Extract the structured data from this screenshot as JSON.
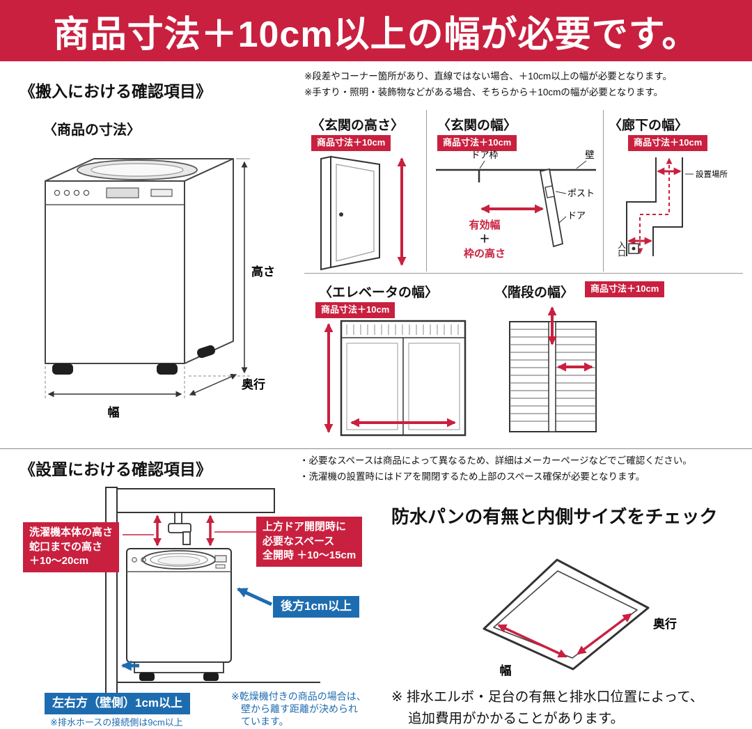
{
  "banner": {
    "title": "商品寸法＋10cm以上の幅が必要です。"
  },
  "colors": {
    "red": "#c9203f",
    "blue": "#1e6cb0"
  },
  "carry_in": {
    "heading": "《搬入における確認項目》",
    "notes": [
      "※段差やコーナー箇所があり、直線ではない場合、＋10cm以上の幅が必要となります。",
      "※手すり・照明・装飾物などがある場合、そちらから＋10cmの幅が必要となります。"
    ],
    "badge": "商品寸法＋10cm",
    "product": {
      "title": "〈商品の寸法〉",
      "height": "高さ",
      "depth": "奥行",
      "width": "幅"
    },
    "entrance_height": {
      "title": "〈玄関の高さ〉"
    },
    "entrance_width": {
      "title": "〈玄関の幅〉",
      "door_frame": "ドア枠",
      "wall": "壁",
      "post": "ポスト",
      "door": "ドア",
      "effective_width": "有効幅",
      "plus": "＋",
      "frame_height": "枠の高さ"
    },
    "hallway": {
      "title": "〈廊下の幅〉",
      "place": "設置場所",
      "entrance": "入口"
    },
    "elevator": {
      "title": "〈エレベータの幅〉"
    },
    "stairs": {
      "title": "〈階段の幅〉"
    }
  },
  "installation": {
    "heading": "《設置における確認項目》",
    "notes": [
      "・必要なスペースは商品によって異なるため、詳細はメーカーページなどでご確認ください。",
      "・洗濯機の設置時にはドアを開閉するため上部のスペース確保が必要となります。"
    ],
    "height_box": [
      "洗濯機本体の高さ",
      "蛇口までの高さ",
      "＋10〜20cm"
    ],
    "door_box": [
      "上方ドア開閉時に",
      "必要なスペース",
      "全開時 ＋10〜15cm"
    ],
    "rear_label": "後方1cm以上",
    "side_label": "左右方（壁側）1cm以上",
    "hose_note": "※排水ホースの接続側は9cm以上",
    "dryer_note": [
      "※乾燥機付きの商品の場合は、",
      "壁から離す距離が決められ",
      "ています。"
    ],
    "pan": {
      "title": "防水パンの有無と内側サイズをチェック",
      "width": "幅",
      "depth": "奥行",
      "note": [
        "※ 排水エルボ・足台の有無と排水口位置によって、",
        "追加費用がかかることがあります。"
      ]
    }
  }
}
